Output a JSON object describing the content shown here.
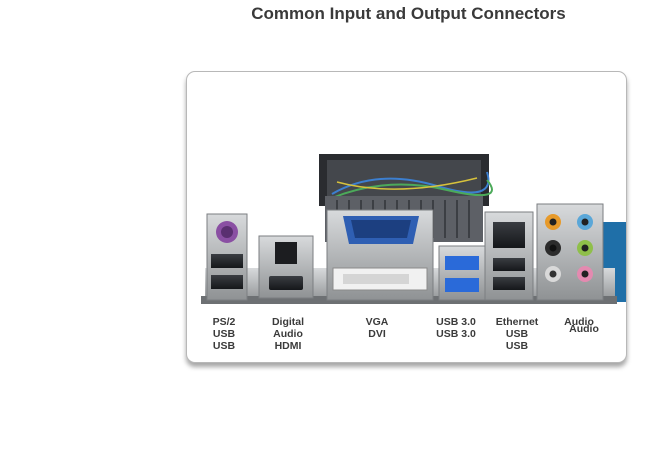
{
  "title": "Common Input and Output Connectors",
  "groups": [
    {
      "lines": [
        "PS/2",
        "USB",
        "USB"
      ]
    },
    {
      "lines": [
        "Digital",
        "Audio",
        "HDMI"
      ]
    },
    {
      "lines": [
        "VGA",
        "DVI"
      ]
    },
    {
      "lines": [
        "USB 3.0",
        "USB 3.0"
      ]
    },
    {
      "lines": [
        "Ethernet",
        "USB",
        "USB"
      ]
    },
    {
      "lines": [
        "Audio"
      ]
    },
    {
      "lines": [
        "Audio"
      ]
    }
  ],
  "colors": {
    "ps2": "#8a4fa3",
    "vga": "#2f5fb3",
    "usb3": "#2a6ad9",
    "audio_orange": "#e79a2a",
    "audio_blue": "#5aa7d8",
    "audio_pink": "#e48ab0",
    "audio_green": "#8fbf4a"
  }
}
